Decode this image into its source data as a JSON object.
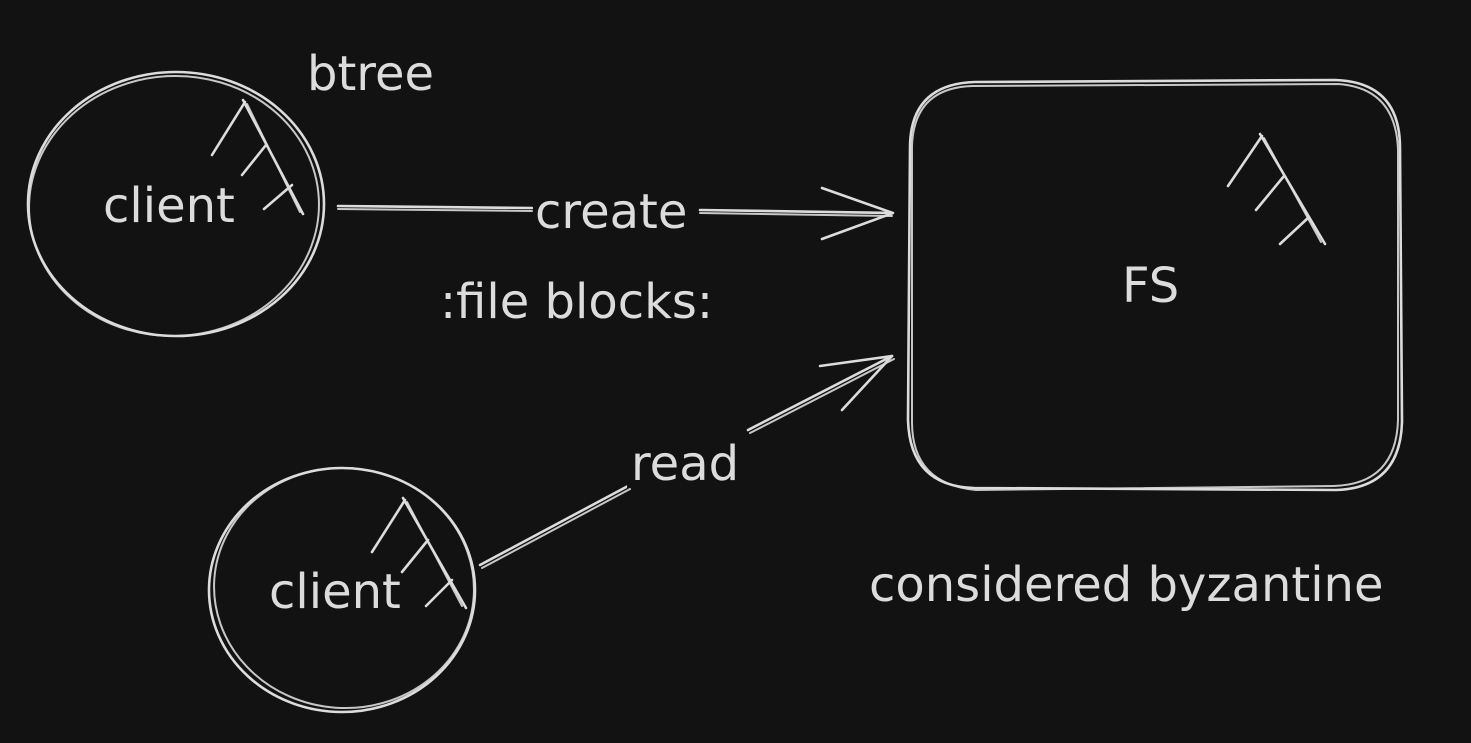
{
  "diagram": {
    "colors": {
      "background": "#121212",
      "stroke": "#dcdcdc"
    },
    "nodes": {
      "client_top": {
        "label": "client",
        "note": "btree"
      },
      "client_bottom": {
        "label": "client"
      },
      "fs": {
        "label": "FS",
        "note": "considered byzantine"
      }
    },
    "edges": {
      "create": {
        "label": "create",
        "note": ":file blocks:"
      },
      "read": {
        "label": "read"
      }
    },
    "icons": [
      "tree-icon",
      "tree-icon",
      "tree-icon"
    ]
  }
}
